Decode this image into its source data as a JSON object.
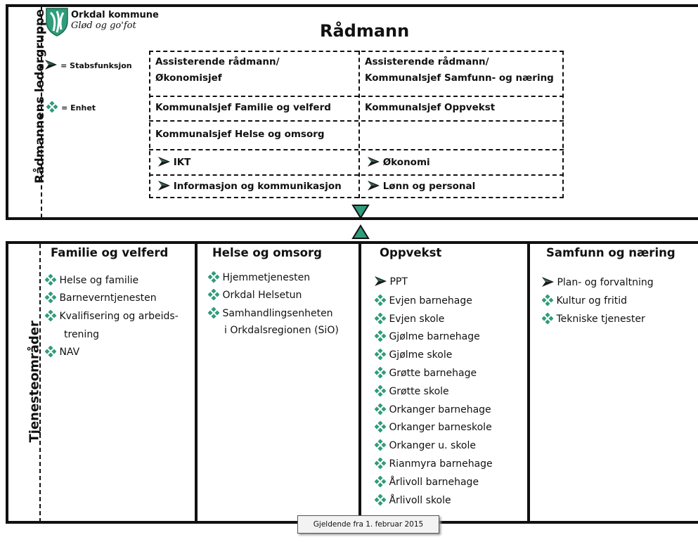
{
  "logo": {
    "name": "Orkdal kommune",
    "tagline": "Glød og go'fot"
  },
  "title": "Rådmann",
  "side_labels": {
    "top": "Rådmannens ledergruppe",
    "bottom": "Tjenesteområder"
  },
  "legend": {
    "staff": "= Stabsfunksjon",
    "unit": "= Enhet"
  },
  "leadership": {
    "r1c1a": "Assisterende rådmann/",
    "r1c1b": "Økonomisjef",
    "r1c2a": "Assisterende rådmann/",
    "r1c2b": "Kommunalsjef Samfunn- og næring",
    "r2c1": "Kommunalsjef Familie og velferd",
    "r2c2": "Kommunalsjef Oppvekst",
    "r3c1": "Kommunalsjef Helse og omsorg",
    "r4c1": "IKT",
    "r4c2": "Økonomi",
    "r5c1": "Informasjon og kommunikasjon",
    "r5c2": "Lønn og personal"
  },
  "areas": [
    {
      "head": "Familie og velferd",
      "items": [
        "Helse og familie",
        "Barneverntjenesten",
        "Kvalifisering og arbeids-",
        "trening",
        "NAV"
      ]
    },
    {
      "head": "Helse og omsorg",
      "items": [
        "Hjemmetjenesten",
        "Orkdal Helsetun",
        "Samhandlingsenheten",
        "i Orkdalsregionen (SiO)"
      ]
    },
    {
      "head": "Oppvekst",
      "items": [
        "PPT",
        "Evjen barnehage",
        "Evjen skole",
        "Gjølme barnehage",
        "Gjølme skole",
        "Grøtte barnehage",
        "Grøtte skole",
        "Orkanger barnehage",
        "Orkanger barneskole",
        "Orkanger u. skole",
        "Rianmyra barnehage",
        "Årlivoll barnehage",
        "Årlivoll skole"
      ]
    },
    {
      "head": "Samfunn og næring",
      "items": [
        "Plan- og forvaltning",
        "Kultur og fritid",
        "Tekniske tjenester"
      ]
    }
  ],
  "footer": "Gjeldende fra 1. februar 2015",
  "colors": {
    "accent": "#2f9c7b",
    "arrow": "#1f5a4a",
    "border": "#111111"
  }
}
